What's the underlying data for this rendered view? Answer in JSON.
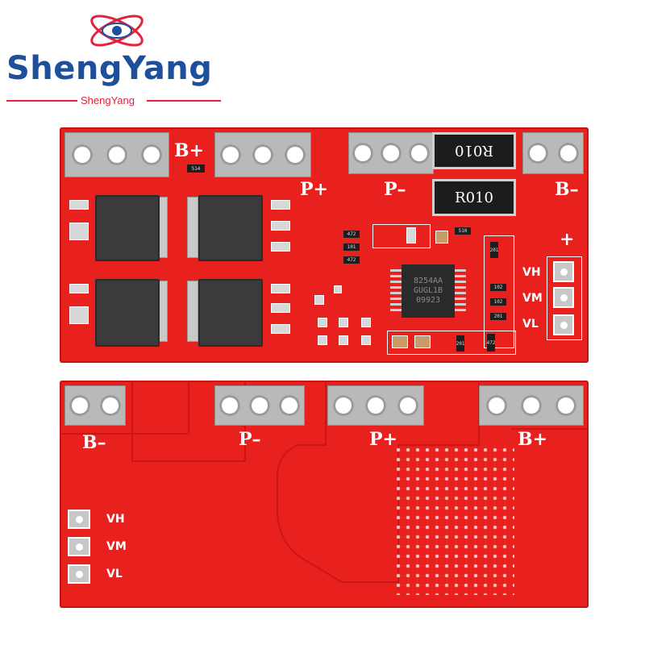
{
  "brand": {
    "title": "ShengYang",
    "subtitle": "ShengYang",
    "logo_icon": "eye-orbit-logo",
    "colors": {
      "title": "#1d4f9a",
      "accent": "#e2233b"
    }
  },
  "top_board": {
    "labels": {
      "b_plus": "B+",
      "p_plus": "P+",
      "p_minus": "P–",
      "b_minus": "B–",
      "plus": "+",
      "vh": "VH",
      "vm": "VM",
      "vl": "VL"
    },
    "resistor_top": "R010",
    "resistor_bottom": "R010",
    "chip_lines": [
      "8254AA",
      "GUGL1B",
      "09923"
    ],
    "small_marks": {
      "r514": "514",
      "r472a": "472",
      "r101": "101",
      "r472b": "472",
      "r510": "510",
      "r201": "201",
      "r102": "102",
      "r102b": "102",
      "r201b": "201",
      "r201c": "201",
      "r472c": "472"
    }
  },
  "bottom_board": {
    "labels": {
      "b_minus": "B–",
      "p_minus": "P–",
      "p_plus": "P+",
      "b_plus": "B+",
      "vh": "VH",
      "vm": "VM",
      "vl": "VL"
    }
  },
  "colors": {
    "pcb": "#e8201e",
    "silkscreen": "#ffffff",
    "pad": "#b9b9b9"
  }
}
